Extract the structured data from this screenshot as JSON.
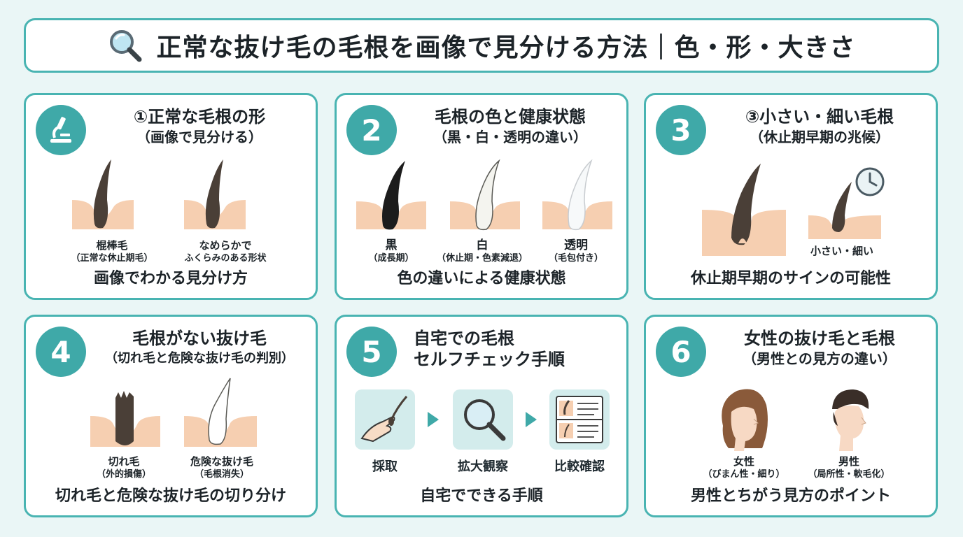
{
  "title": "正常な抜け毛の毛根を画像で見分ける方法｜色・形・大きさ",
  "cards": [
    {
      "num": "",
      "icon": "microscope-icon",
      "heading1": "①正常な毛根の形",
      "heading2": "（画像で見分ける）",
      "labels": [
        {
          "a": "棍棒毛",
          "b": "（正常な休止期毛）"
        },
        {
          "a": "なめらかで",
          "b": "ふくらみのある形状"
        }
      ],
      "footer": "画像でわかる見分け方"
    },
    {
      "num": "2",
      "heading1": "毛根の色と健康状態",
      "heading2": "（黒・白・透明の違い）",
      "labels": [
        {
          "a": "黒",
          "b": "（成長期）"
        },
        {
          "a": "白",
          "b": "（休止期・色素減退）"
        },
        {
          "a": "透明",
          "b": "（毛包付き）"
        }
      ],
      "footer": "色の違いによる健康状態"
    },
    {
      "num": "3",
      "heading1": "③小さい・細い毛根",
      "heading2": "（休止期早期の兆候）",
      "icon": "clock-icon",
      "labels": [
        {
          "a": "小さい・細い",
          "b": ""
        }
      ],
      "footer": "休止期早期のサインの可能性"
    },
    {
      "num": "4",
      "heading1": "毛根がない抜け毛",
      "heading2": "（切れ毛と危険な抜け毛の判別）",
      "labels": [
        {
          "a": "切れ毛",
          "b": "（外的損傷）"
        },
        {
          "a": "危険な抜け毛",
          "b": "（毛根消失）"
        }
      ],
      "footer": "切れ毛と危険な抜け毛の切り分け"
    },
    {
      "num": "5",
      "heading1": "自宅での毛根",
      "heading2": "セルフチェック手順",
      "steps": [
        {
          "label": "採取",
          "icon": "hand-pluck-icon"
        },
        {
          "label": "拡大観察",
          "icon": "magnifier-icon"
        },
        {
          "label": "比較確認",
          "icon": "compare-chart-icon"
        }
      ],
      "footer": "自宅でできる手順"
    },
    {
      "num": "6",
      "heading1": "女性の抜け毛と毛根",
      "heading2": "（男性との見方の違い）",
      "labels": [
        {
          "a": "女性",
          "b": "（びまん性・細り）"
        },
        {
          "a": "男性",
          "b": "（局所性・軟毛化）"
        }
      ],
      "footer": "男性とちがう見方のポイント"
    }
  ],
  "colors": {
    "accent": "#3fa9a8",
    "border": "#49b4b2",
    "skin": "#f6cfb1",
    "hair_dark": "#4a3f37",
    "background": "#eaf6f6"
  }
}
